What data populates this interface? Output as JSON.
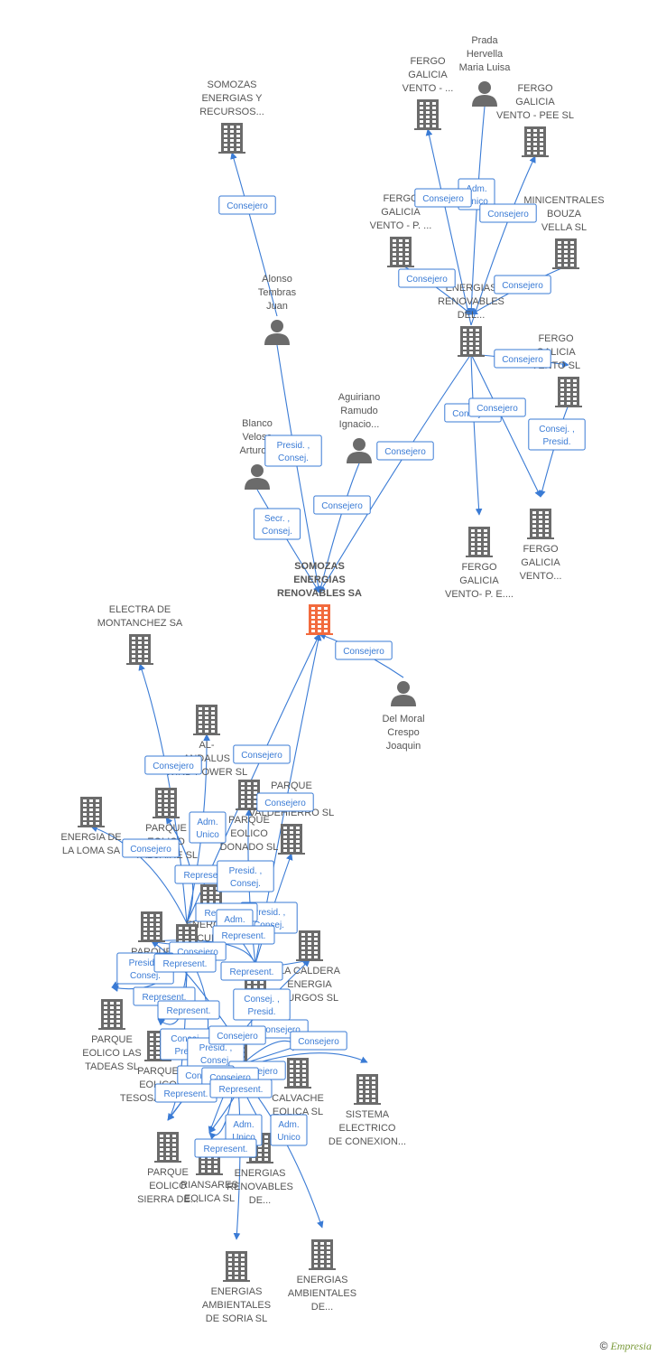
{
  "colors": {
    "edge": "#3a7bd5",
    "node": "#6b6b6b",
    "central": "#f26a3d",
    "label": "#555555"
  },
  "brand": {
    "copyright": "©",
    "name": "Empresia"
  },
  "nodes": [
    {
      "id": "somozas",
      "type": "company",
      "central": true,
      "label": [
        "SOMOZAS",
        "ENERGIAS",
        "RENOVABLES SA"
      ]
    },
    {
      "id": "somozas_rec",
      "type": "company",
      "label": [
        "SOMOZAS",
        "ENERGIAS Y",
        "RECURSOS..."
      ]
    },
    {
      "id": "alonso",
      "type": "person",
      "label": [
        "Alonso",
        "Tembras",
        "Juan"
      ]
    },
    {
      "id": "blanco",
      "type": "person",
      "label": [
        "Blanco",
        "Veloso",
        "Arturo..."
      ]
    },
    {
      "id": "aguiriano",
      "type": "person",
      "label": [
        "Aguiriano",
        "Ramudo",
        "Ignacio..."
      ]
    },
    {
      "id": "delmoral",
      "type": "person",
      "label": [
        "Del Moral",
        "Crespo",
        "Joaquin"
      ]
    },
    {
      "id": "prada",
      "type": "person",
      "label": [
        "Prada",
        "Hervella",
        "Maria Luisa"
      ]
    },
    {
      "id": "fergo1",
      "type": "company",
      "label": [
        "FERGO",
        "GALICIA",
        "VENTO - ..."
      ]
    },
    {
      "id": "fergo_pee",
      "type": "company",
      "label": [
        "FERGO",
        "GALICIA",
        "VENTO -  PEE SL"
      ]
    },
    {
      "id": "fergo_p",
      "type": "company",
      "label": [
        "FERGO",
        "GALICIA",
        "VENTO - P. ..."
      ]
    },
    {
      "id": "minicentrales",
      "type": "company",
      "label": [
        "MINICENTRALES",
        "BOUZA",
        "VELLA SL"
      ]
    },
    {
      "id": "energias_del",
      "type": "company",
      "label": [
        "ENERGIAS",
        "RENOVABLES",
        "DEL..."
      ]
    },
    {
      "id": "fergo_vento_sl",
      "type": "company",
      "label": [
        "FERGO",
        "GALICIA",
        "VENTO SL"
      ]
    },
    {
      "id": "fergo_vp",
      "type": "company",
      "label": [
        "FERGO",
        "GALICIA",
        "VENTO- P.  E...."
      ]
    },
    {
      "id": "fergo_vento2",
      "type": "company",
      "label": [
        "FERGO",
        "GALICIA",
        "VENTO..."
      ]
    },
    {
      "id": "electra",
      "type": "company",
      "label": [
        "ELECTRA DE",
        "MONTANCHEZ SA"
      ]
    },
    {
      "id": "alandalus",
      "type": "company",
      "label": [
        "AL-",
        "ANDALUS",
        "WIND POWER SL"
      ]
    },
    {
      "id": "loma",
      "type": "company",
      "label": [
        "ENERGIA DE",
        "LA LOMA SA"
      ]
    },
    {
      "id": "valcaire",
      "type": "company",
      "label": [
        "PARQUE",
        "EOLICO",
        "VALCAIRE SL"
      ]
    },
    {
      "id": "donado",
      "type": "company",
      "label": [
        "PARQUE",
        "EOLICO",
        "DONADO SL"
      ]
    },
    {
      "id": "valdehierro",
      "type": "company",
      "label": [
        "PARQUE",
        "EOLICO",
        "VALDEHIERRO SL"
      ]
    },
    {
      "id": "energias_recursos",
      "type": "company",
      "label": [
        "ENERGIAS",
        "RECURSOS",
        "..."
      ]
    },
    {
      "id": "perdon",
      "type": "company",
      "label": [
        "PARQUE",
        "EOLICO",
        "..."
      ]
    },
    {
      "id": "caldera",
      "type": "company",
      "label": [
        "LA CALDERA",
        "ENERGIA",
        "BURGOS SL"
      ]
    },
    {
      "id": "tadeas",
      "type": "company",
      "label": [
        "PARQUE",
        "EOLICO LAS",
        "TADEAS SL"
      ]
    },
    {
      "id": "tesosanto",
      "type": "company",
      "label": [
        "PARQUE",
        "EOLICO",
        "TESOSANTO SL"
      ]
    },
    {
      "id": "calvache",
      "type": "company",
      "label": [
        "CALVACHE",
        "EOLICA SL"
      ]
    },
    {
      "id": "sistema",
      "type": "company",
      "label": [
        "SISTEMA",
        "ELECTRICO",
        "DE CONEXION..."
      ]
    },
    {
      "id": "sierra",
      "type": "company",
      "label": [
        "PARQUE",
        "EOLICO",
        "SIERRA DE..."
      ]
    },
    {
      "id": "riansares",
      "type": "company",
      "label": [
        "RIANSARES",
        "EOLICA SL"
      ]
    },
    {
      "id": "energias_ren_de",
      "type": "company",
      "label": [
        "ENERGIAS",
        "RENOVABLES",
        "DE..."
      ]
    },
    {
      "id": "ambientales_soria",
      "type": "company",
      "label": [
        "ENERGIAS",
        "AMBIENTALES",
        "DE SORIA SL"
      ]
    },
    {
      "id": "ambientales_de",
      "type": "company",
      "label": [
        "ENERGIAS",
        "AMBIENTALES",
        "DE..."
      ]
    },
    {
      "id": "misc1",
      "type": "company",
      "label": []
    },
    {
      "id": "misc2",
      "type": "company",
      "label": []
    },
    {
      "id": "misc3",
      "type": "company",
      "label": []
    }
  ],
  "edges": [
    {
      "from": "alonso",
      "to": "somozas_rec",
      "label": [
        "Consejero"
      ]
    },
    {
      "from": "alonso",
      "to": "somozas",
      "label": [
        "Presid. ,",
        "Consej."
      ]
    },
    {
      "from": "blanco",
      "to": "somozas",
      "label": [
        "Secr. ,",
        "Consej."
      ]
    },
    {
      "from": "aguiriano",
      "to": "somozas",
      "label": [
        "Consejero"
      ]
    },
    {
      "from": "energias_del",
      "to": "somozas",
      "label": [
        "Consejero"
      ]
    },
    {
      "from": "delmoral",
      "to": "somozas",
      "label": [
        "Consejero"
      ]
    },
    {
      "from": "prada",
      "to": "energias_del",
      "label": [
        "Adm.",
        "Unico"
      ]
    },
    {
      "from": "energias_del",
      "to": "fergo1",
      "label": [
        "Consejero"
      ]
    },
    {
      "from": "energias_del",
      "to": "fergo_pee",
      "label": [
        "Consejero"
      ]
    },
    {
      "from": "fergo_p",
      "to": "energias_del",
      "label": [
        "Consejero"
      ]
    },
    {
      "from": "minicentrales",
      "to": "energias_del",
      "label": [
        "Consejero"
      ]
    },
    {
      "from": "energias_del",
      "to": "fergo_vento_sl",
      "label": [
        "Consejero"
      ]
    },
    {
      "from": "energias_del",
      "to": "fergo_vp",
      "label": [
        "Consejero"
      ]
    },
    {
      "from": "energias_del",
      "to": "fergo_vento2",
      "label": [
        "Consejero"
      ]
    },
    {
      "from": "fergo_vento_sl",
      "to": "fergo_vento2",
      "label": [
        "Consej. ,",
        "Presid."
      ]
    },
    {
      "from": "misc1",
      "to": "electra",
      "label": [
        "Consejero"
      ]
    },
    {
      "from": "misc1",
      "to": "somozas",
      "label": [
        "Consejero"
      ]
    },
    {
      "from": "misc2",
      "to": "somozas",
      "label": [
        "Consejero"
      ]
    },
    {
      "from": "misc1",
      "to": "loma",
      "label": [
        "Consejero"
      ]
    },
    {
      "from": "misc1",
      "to": "alandalus",
      "label": [
        "Adm.",
        "Unico"
      ]
    },
    {
      "from": "misc1",
      "to": "valcaire",
      "label": [
        "Represent."
      ]
    },
    {
      "from": "misc2",
      "to": "donado",
      "label": [
        "Presid. ,",
        "Consej."
      ]
    },
    {
      "from": "misc2",
      "to": "valdehierro",
      "label": [
        "Presid. ,",
        "Consej."
      ]
    },
    {
      "from": "misc1",
      "to": "energias_recursos",
      "label": [
        "Represent."
      ]
    },
    {
      "from": "misc2",
      "to": "energias_recursos",
      "label": [
        "Adm.",
        "Unico"
      ]
    },
    {
      "from": "misc2",
      "to": "perdon",
      "label": [
        "Represent."
      ]
    },
    {
      "from": "misc1",
      "to": "perdon",
      "label": [
        "Consejero"
      ]
    },
    {
      "from": "misc1",
      "to": "tadeas",
      "label": [
        "Presid. ,",
        "Consej."
      ]
    },
    {
      "from": "misc3",
      "to": "perdon",
      "label": [
        "Represent."
      ]
    },
    {
      "from": "misc2",
      "to": "caldera",
      "label": [
        "Represent."
      ]
    },
    {
      "from": "misc1",
      "to": "tadeas",
      "label": [
        "Represent."
      ]
    },
    {
      "from": "misc1",
      "to": "tesosanto",
      "label": [
        "Represent."
      ]
    },
    {
      "from": "misc3",
      "to": "caldera",
      "label": [
        "Consej. ,",
        "Presid."
      ]
    },
    {
      "from": "misc3",
      "to": "calvache",
      "label": [
        "Consejero"
      ]
    },
    {
      "from": "misc1",
      "to": "tesosanto",
      "label": [
        "Consej. ,",
        "Presid."
      ]
    },
    {
      "from": "misc3",
      "to": "sierra",
      "label": [
        "Presid. ,",
        "Consej."
      ]
    },
    {
      "from": "misc3",
      "to": "riansares",
      "label": [
        "Consejero"
      ]
    },
    {
      "from": "misc3",
      "to": "sistema",
      "label": [
        "Consejero"
      ]
    },
    {
      "from": "misc3",
      "to": "calvache",
      "label": [
        "Consejero"
      ]
    },
    {
      "from": "misc1",
      "to": "sierra",
      "label": [
        "Consejero"
      ]
    },
    {
      "from": "misc3",
      "to": "riansares",
      "label": [
        "Consejero"
      ]
    },
    {
      "from": "misc1",
      "to": "sierra",
      "label": [
        "Represent."
      ]
    },
    {
      "from": "misc3",
      "to": "energias_ren_de",
      "label": [
        "Represent."
      ]
    },
    {
      "from": "misc3",
      "to": "ambientales_soria",
      "label": [
        "Adm.",
        "Unico"
      ]
    },
    {
      "from": "misc3",
      "to": "ambientales_de",
      "label": [
        "Adm.",
        "Unico"
      ]
    },
    {
      "from": "misc3",
      "to": "riansares",
      "label": [
        "Represent."
      ]
    }
  ]
}
